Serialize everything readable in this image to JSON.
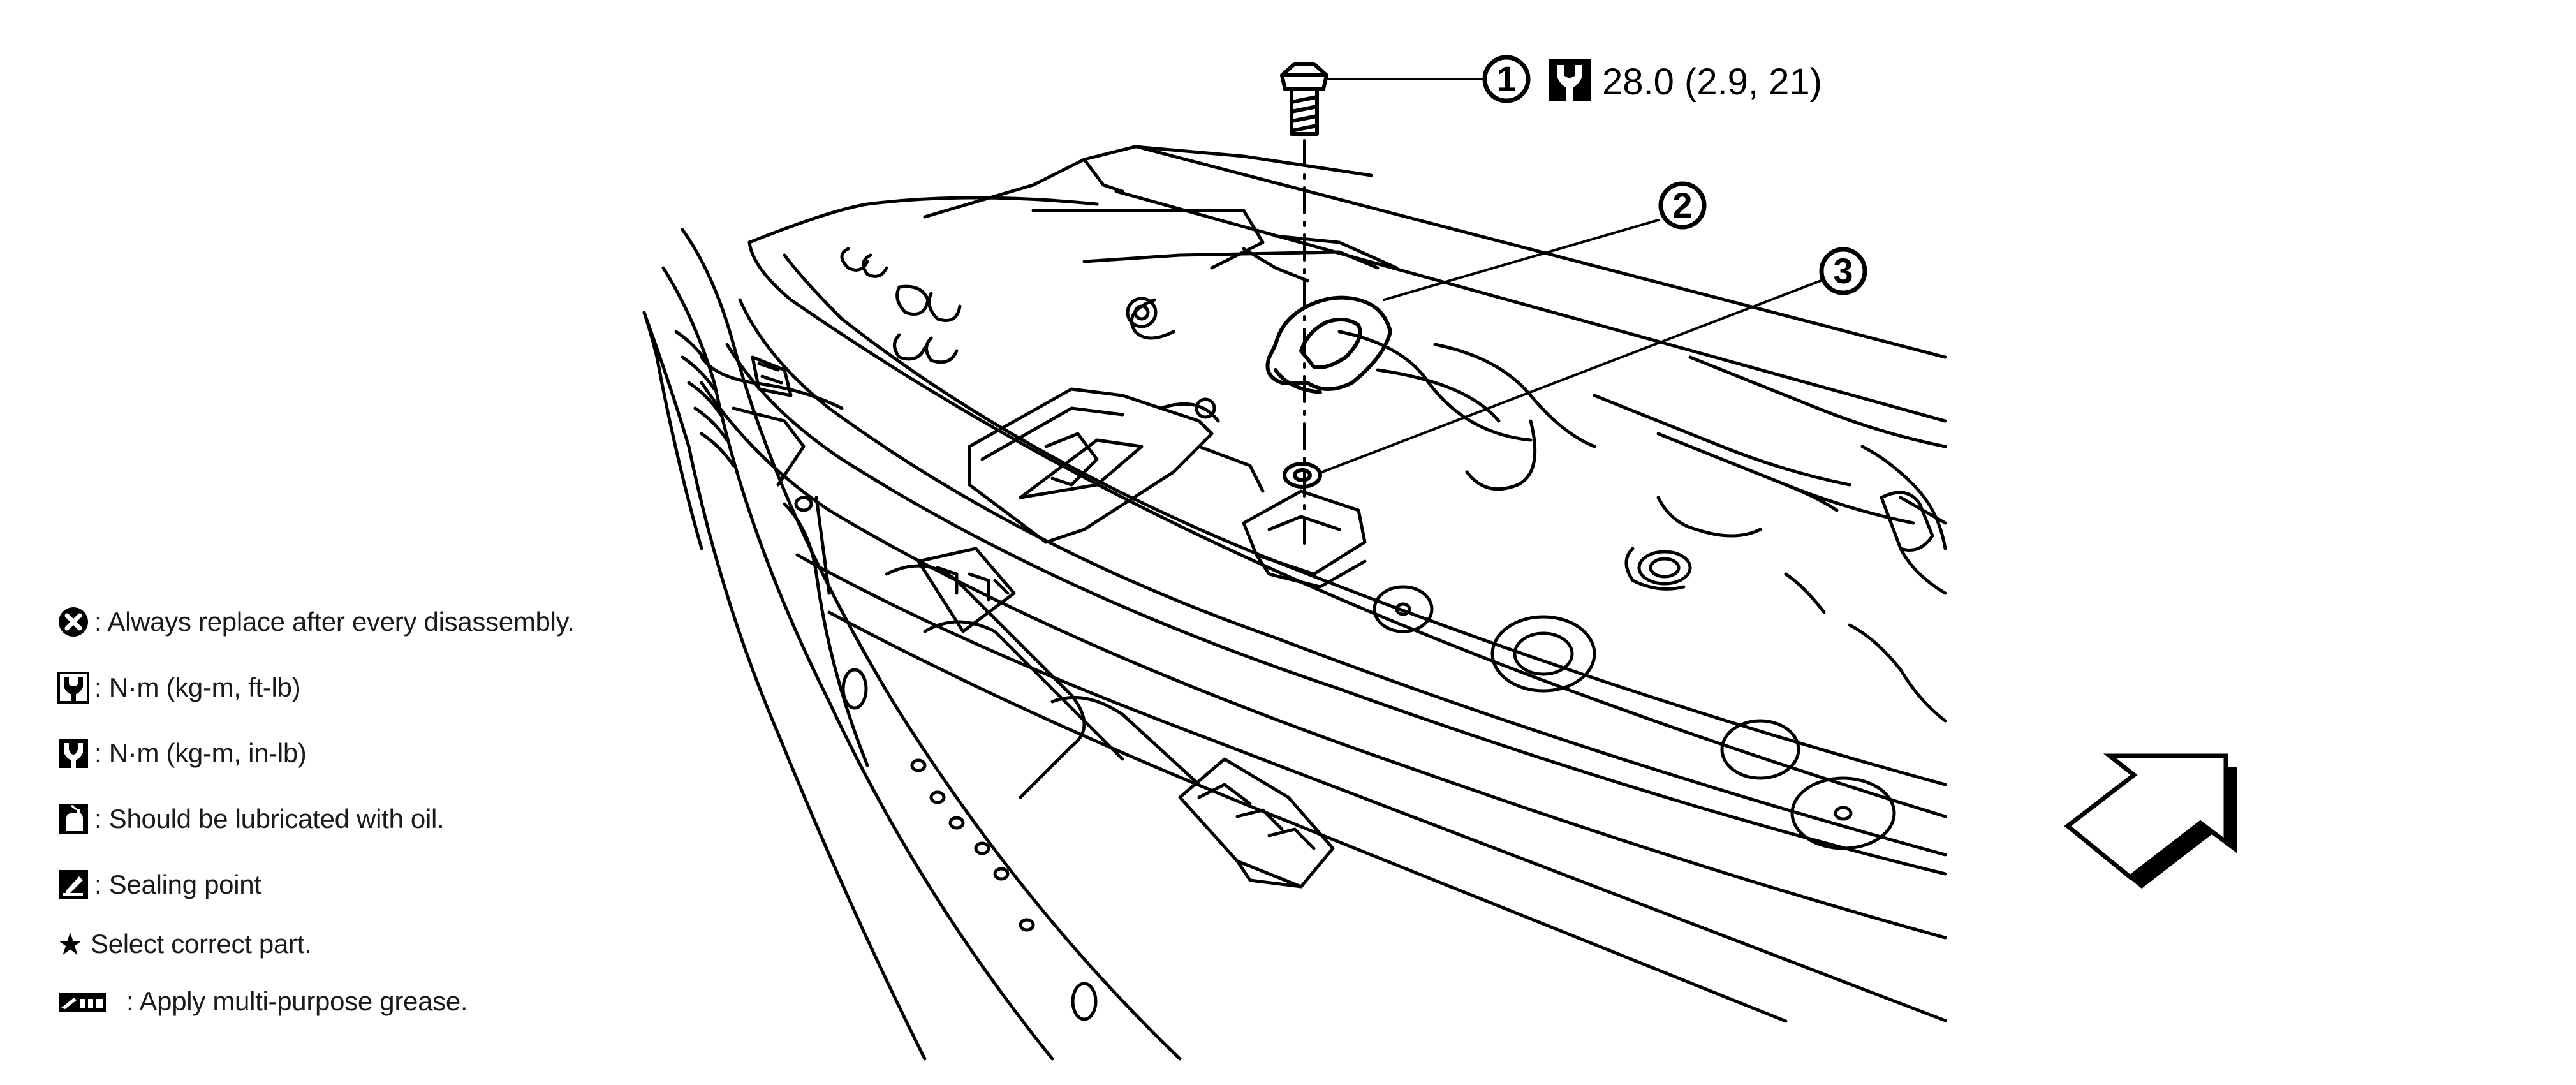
{
  "callouts": [
    {
      "number": "1",
      "label": "28.0 (2.9, 21)",
      "icon": "torque-wrench-icon"
    },
    {
      "number": "2"
    },
    {
      "number": "3"
    }
  ],
  "legend": {
    "items": [
      {
        "icon": "replace-x-icon",
        "text": ": Always replace after every disassembly."
      },
      {
        "icon": "torque-wrench-ftlb-icon",
        "text": ": N·m (kg-m, ft-lb)"
      },
      {
        "icon": "torque-wrench-inlb-icon",
        "text": ": N·m (kg-m, in-lb)"
      },
      {
        "icon": "oil-can-icon",
        "text": ": Should be lubricated with oil."
      },
      {
        "icon": "sealing-icon",
        "text": ": Sealing point"
      },
      {
        "icon": "star-icon",
        "text": "Select correct part."
      },
      {
        "icon": "grease-icon",
        "text": ": Apply multi-purpose grease."
      }
    ]
  },
  "arrow": {
    "icon": "front-direction-arrow-icon"
  },
  "colors": {
    "line": "#000000",
    "background": "#ffffff",
    "text": "#1a1a1a"
  }
}
